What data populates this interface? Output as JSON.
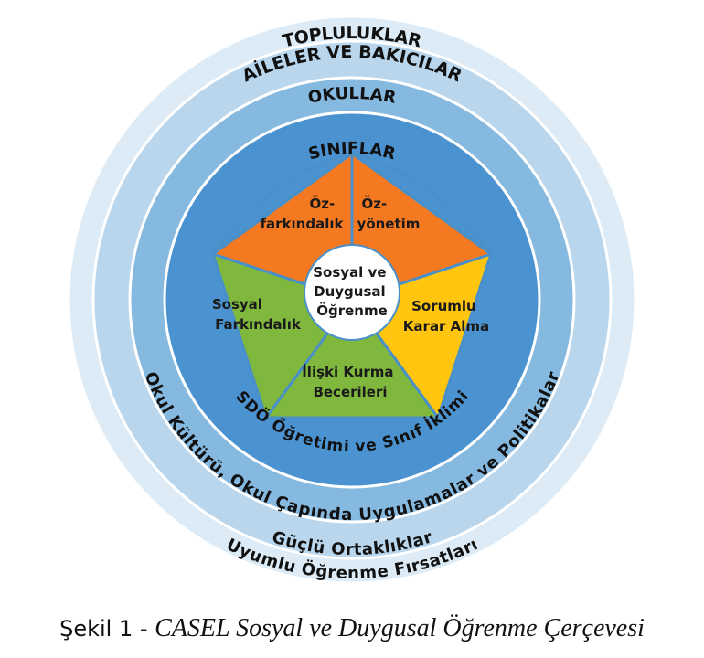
{
  "rings": {
    "communities": {
      "label": "TOPLULUKLAR",
      "color": "#dcebf5"
    },
    "families": {
      "label": "AİLELER VE BAKICILAR",
      "color": "#b9d6ec"
    },
    "schools": {
      "label": "OKULLAR",
      "color": "#86b9e0"
    },
    "classrooms": {
      "label": "SINIFLAR",
      "color": "#4b93d0"
    }
  },
  "bottom_labels": {
    "instruction": "SDÖ Öğretimi ve Sınıf İklimi",
    "school_culture": "Okul Kültürü, Okul Çapında Uygulamalar ve Politikalar",
    "partnerships": "Güçlü Ortaklıklar",
    "learning": "Uyumlu Öğrenme Fırsatları"
  },
  "segments": {
    "self_awareness": {
      "lines": [
        "Öz-",
        "farkındalık"
      ],
      "color": "#f47920"
    },
    "self_management": {
      "lines": [
        "Öz-",
        "yönetim"
      ],
      "color": "#f47920"
    },
    "decision_making": {
      "lines": [
        "Sorumlu",
        "Karar Alma"
      ],
      "color": "#ffc50f"
    },
    "relationship_skills": {
      "lines": [
        "İlişki Kurma",
        "Becerileri"
      ],
      "color": "#80b83e"
    },
    "social_awareness": {
      "lines": [
        "Sosyal",
        "Farkındalık"
      ],
      "color": "#80b83e"
    }
  },
  "center": {
    "lines": [
      "Sosyal ve",
      "Duygusal",
      "Öğrenme"
    ]
  },
  "caption": {
    "prefix": "Şekil 1 - ",
    "text": "CASEL Sosyal ve Duygusal Öğrenme Çerçevesi"
  }
}
